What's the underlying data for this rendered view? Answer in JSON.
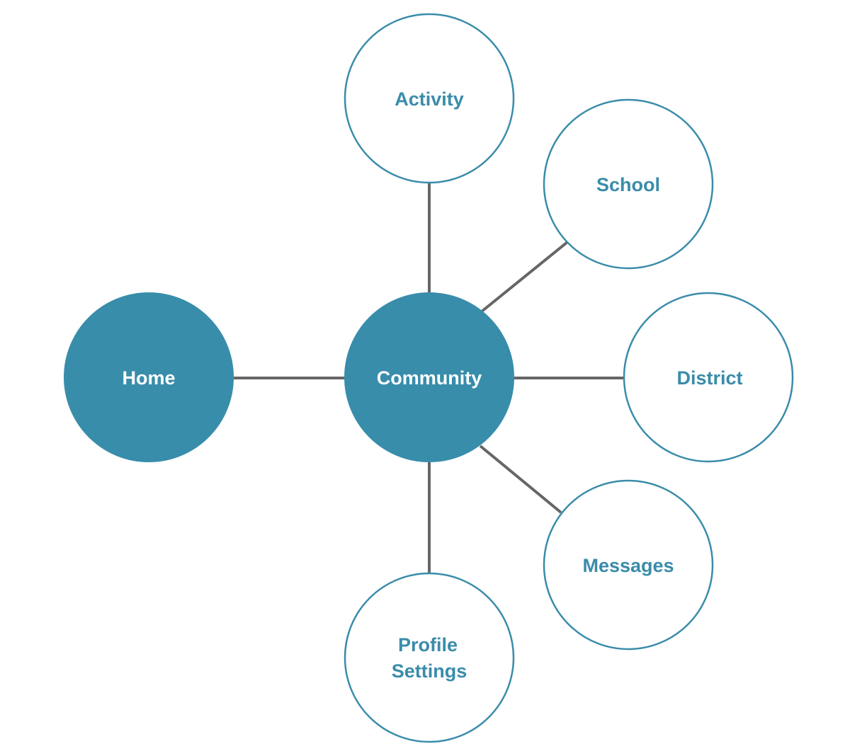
{
  "colors": {
    "accent": "#388dab",
    "connector": "#666666",
    "background": "#ffffff"
  },
  "nodes": {
    "home": {
      "lines": [
        "Home"
      ],
      "style": "filled"
    },
    "community": {
      "lines": [
        "Community"
      ],
      "style": "filled"
    },
    "activity": {
      "lines": [
        "Activity"
      ],
      "style": "outline"
    },
    "school": {
      "lines": [
        "School"
      ],
      "style": "outline"
    },
    "district": {
      "lines": [
        "District"
      ],
      "style": "outline"
    },
    "messages": {
      "lines": [
        "Messages"
      ],
      "style": "outline"
    },
    "profile_settings": {
      "lines": [
        "Profile",
        "Settings"
      ],
      "style": "outline"
    }
  },
  "edges": [
    {
      "from": "home",
      "to": "community"
    },
    {
      "from": "community",
      "to": "activity"
    },
    {
      "from": "community",
      "to": "school"
    },
    {
      "from": "community",
      "to": "district"
    },
    {
      "from": "community",
      "to": "messages"
    },
    {
      "from": "community",
      "to": "profile_settings"
    }
  ]
}
